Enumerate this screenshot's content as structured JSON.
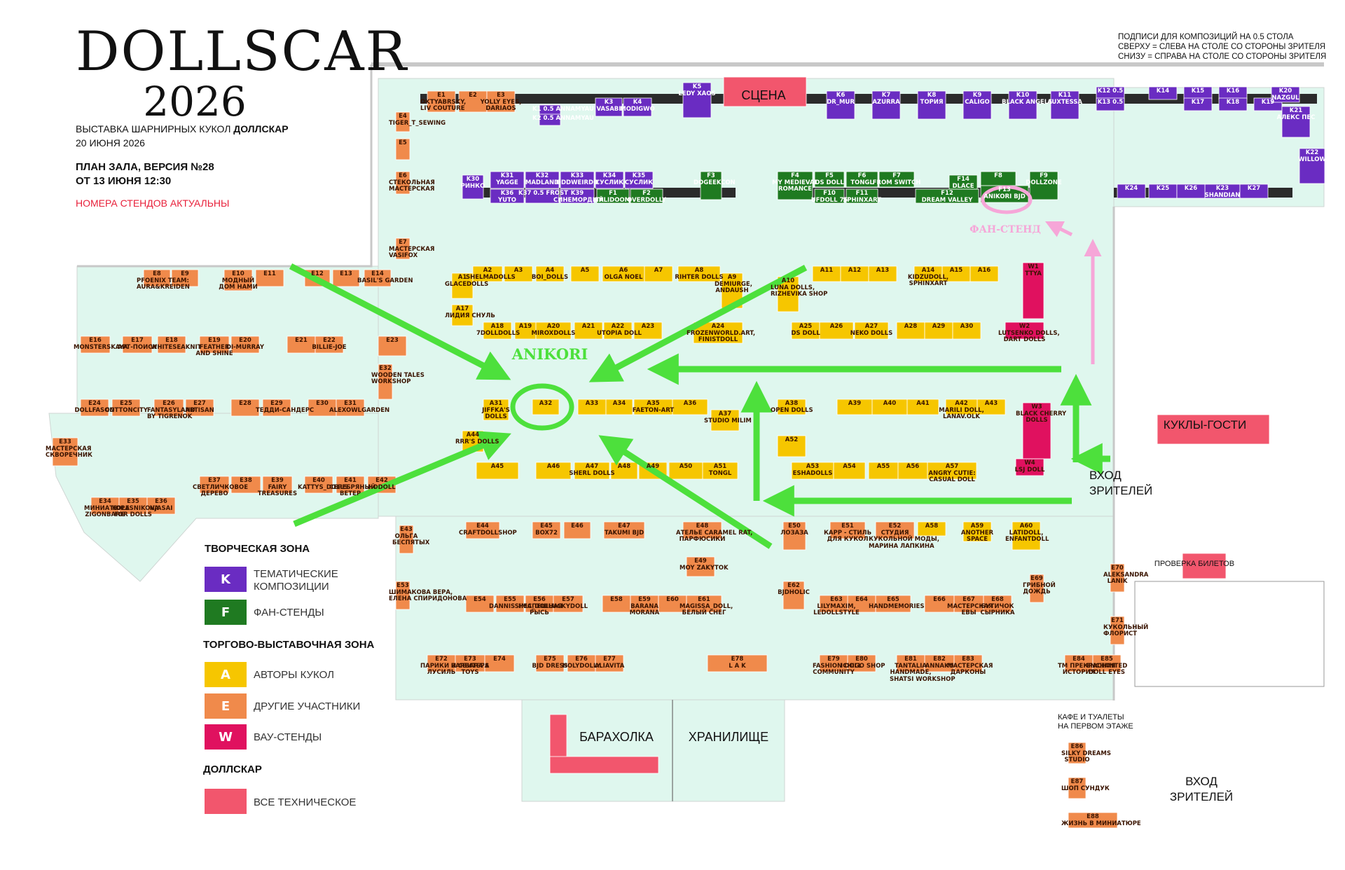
{
  "header": {
    "logo_line1": "DOLLSCAR",
    "logo_line2": "2026",
    "subtitle_prefix": "ВЫСТАВКА ШАРНИРНЫХ КУКОЛ ",
    "subtitle_bold": "ДОЛЛСКАР",
    "date": "20 ИЮНЯ 2026",
    "plan_line1": "ПЛАН ЗАЛА, ВЕРСИЯ №28",
    "plan_line2": "ОТ 13 ИЮНЯ 12:30",
    "notice": "НОМЕРА СТЕНДОВ АКТУАЛЬНЫ"
  },
  "note": {
    "line1": "ПОДПИСИ ДЛЯ КОМПОЗИЦИЙ НА 0.5 СТОЛА",
    "line2": "СВЕРХУ = СЛЕВА НА СТОЛЕ СО СТОРОНЫ ЗРИТЕЛЯ",
    "line3": "СНИЗУ = СПРАВА НА СТОЛЕ СО СТОРОНЫ ЗРИТЕЛЯ"
  },
  "colors": {
    "purple": "#6a2cc2",
    "green": "#1f7a21",
    "yellow": "#f6c600",
    "orange": "#f08a4b",
    "magenta": "#e0115f",
    "tech": "#f2566d",
    "floor": "#dff7ee",
    "arrow_green": "#4de03c",
    "arrow_pink": "#f6a6d8",
    "dark": "#2b2b2b"
  },
  "zones": {
    "stage": "СЦЕНА",
    "guests": "КУКЛЫ-ГОСТИ",
    "baraholka": "БАРАХОЛКА",
    "storage": "ХРАНИЛИЩЕ",
    "ticket_check": "ПРОВЕРКА БИЛЕТОВ",
    "cafe": "КАФЕ И ТУАЛЕТЫ\nНА ПЕРВОМ ЭТАЖЕ",
    "entrance1": "ВХОД\nЗРИТЕЛЕЙ",
    "entrance2": "ВХОД\nЗРИТЕЛЕЙ",
    "anikori": "ANIKORI",
    "fan_stand": "ФАН-СТЕНД"
  },
  "legend": {
    "creative_title": "ТВОРЧЕСКАЯ ЗОНА",
    "trade_title": "ТОРГОВО-ВЫСТАВОЧНАЯ ЗОНА",
    "dollscar_title": "ДОЛЛСКАР",
    "items": [
      {
        "letter": "K",
        "label": "ТЕМАТИЧЕСКИЕ\nКОМПОЗИЦИИ"
      },
      {
        "letter": "F",
        "label": "ФАН-СТЕНДЫ"
      },
      {
        "letter": "A",
        "label": "АВТОРЫ КУКОЛ"
      },
      {
        "letter": "E",
        "label": "ДРУГИЕ УЧАСТНИКИ"
      },
      {
        "letter": "W",
        "label": "ВАУ-СТЕНДЫ"
      },
      {
        "letter": "",
        "label": "ВСЕ ТЕХНИЧЕСКОЕ"
      }
    ]
  },
  "booths": {
    "K": [
      "K30\nРИНКО",
      "K31\nYAGGE",
      "K32\nMADLAND",
      "K33\nODDWEIRDO",
      "K34\nСУСЛИК",
      "K35\nСУСЛИК",
      "K36\nYUTO",
      "K37 0.5 FROST",
      "K39\nСИНЕМОРДЫЙ",
      "K1 0.5 ANNAMYAU",
      "K2 0.5 ANNAMYAU",
      "K3\nVASABI",
      "K4\nMODIGWO",
      "K5\nLEDY XAOS",
      "K6\nDR_MUR",
      "K7\nAZURRA",
      "K8\nТОРИЯ",
      "K9\nCALIGO",
      "K10\nBLACK ANGELS",
      "K11\nAUXTESSA",
      "K12 0.5",
      "K13 0.5",
      "K14",
      "K15",
      "K16",
      "K17",
      "K18",
      "K19",
      "K20\nNAZGUL",
      "K21\nАЛЕКС ПЕС",
      "K22\nWILLOW",
      "K23\nSHANDIAN",
      "K24",
      "K25",
      "K26",
      "K27"
    ],
    "F": [
      "F1\nTALIDOOM",
      "F2\nOVERDOLLY",
      "F3\nDOGEEKCON",
      "F4\nMY MEDIEVAL\nROMANCE",
      "F5\nDS DOLL",
      "F6\nTONGL",
      "F7\nFROM SWITCH",
      "F8",
      "F9\nDOLLZONE",
      "F10\nUFDOLL 75",
      "F11\nSPHINXART",
      "F12\nDREAM VALLEY",
      "F13\nANIKORI BJD",
      "F14\nDLACE"
    ],
    "A": [
      "A1\nGLACEDOLLS",
      "A2\nSHELMADOLLS",
      "A3",
      "A4\nBOI_DOLLS",
      "A5",
      "A6\nOLGA NOEL",
      "A7",
      "A8\nRIHTER DOLLS",
      "A9\nDEMIURGE,\nANDAUSH",
      "A17\nЛИДИЯ СНУЛЬ",
      "A18\n7DOLLDOLLS",
      "A19",
      "A20\nMIROXDOLLS",
      "A21",
      "A22\nUTOPIA DOLL",
      "A23",
      "A24\nFROZENWORLD.ART,\nFINISTDOLL",
      "A10\nLUNA DOLLS,\nRIZHEVIKA SHOP",
      "A11",
      "A12",
      "A13",
      "A14\nKIDZUDOLL,\nSPHINXART",
      "A15",
      "A16",
      "A25\nDS DOLL",
      "A26",
      "A27\nNEKO DOLLS",
      "A28",
      "A29",
      "A30",
      "A31\nJIFFKA'S\nDOLLS",
      "A32",
      "A33",
      "A34",
      "A35\nFAETON-ART",
      "A36",
      "A37\nSTUDIO MILIM",
      "A38\nOPEN DOLLS",
      "A39",
      "A40",
      "A41",
      "A42\nMARILI DOLL,\nLANAV.OLK",
      "A43",
      "A44\nRRR'S DOLLS",
      "A45",
      "A46",
      "A47\nSHERL DOLLS",
      "A48",
      "A49",
      "A50",
      "A51\nTONGL",
      "A52",
      "A53\nESHADOLLS",
      "A54",
      "A55",
      "A56",
      "A57\nANGRY CUTIE:\nCASUAL DOLL",
      "A58",
      "A59\nANOTHER\nSPACE",
      "A60\nLATIDOLL,\nENFANTDOLL"
    ],
    "E": [
      "E1\nOKTYABRSKY,\nLIV COUTURE",
      "E2",
      "E3\nYOLLY EYES,\nDARIAOS",
      "E4\nTIGER_T_SEWING",
      "E5",
      "E6\nСТЕКОЛЬНАЯ\nМАСТЕРСКАЯ",
      "E7\nМАСТЕРСКАЯ\nVASIFOX",
      "E8\nPFOENIX TEAM:\nAURA&KREIDEN",
      "E9",
      "E10\nМОДНЫЙ\nДОМ НАМИ",
      "E11",
      "E12",
      "E13",
      "E14\nBASIL'S GARDEN",
      "E16\nMONSTERSKAYA",
      "E17\nАРТ-ПОИСК",
      "E18\nWHITESEAKNIT",
      "E19\nFEATHER\nAND SHINE",
      "E20\nDI-MURRAY",
      "E21",
      "E22\nBILLIE-JOE",
      "E23",
      "E24\nDOLLFASON",
      "E25\nCOTTONCITY",
      "E26\nFANTASYLAND\nBY TIGRENOK",
      "E27\nARTISAN",
      "E28",
      "E29\nТЕДДИ-САНДЕРС",
      "E30",
      "E31\nALEXOWLGARDEN",
      "E32\nWOODEN TALES\nWORKSHOP",
      "E33\nМАСТЕРСКАЯ\nСКВОРЕЧНИК",
      "E34\nМИНИАТЮРА\nZIGONBARG",
      "E35\nKOLESNIKOVA\nFOR DOLLS",
      "E36\nNJASAI",
      "E37\nСВЕТЛИЧКОВОЕ\nДЕРЕВО",
      "E38",
      "E39\nFAIRY\nTREASURES",
      "E40\nKATTYS_DOLLS",
      "E41\nСЕРЕБРЯНЫЙ\nВЕТЕР",
      "E42\nHODOLL",
      "E43\nОЛЬГА\nБЕСПЯТЫХ",
      "E44\nCRAFTDOLLSHOP",
      "E45\nBOX72",
      "E46",
      "E47\nTAKUMI BJD",
      "E48\nАТЕЛЬЕ CARAMEL RAT,\nПАРФЮСИКИ",
      "E49\nMOY ZAKYTOK",
      "E50\nЛОЗАЗА",
      "E51\nКАРР - СТИЛЬ\nДЛЯ КУКОЛ",
      "E52\nСТУДИЯ\nКУКОЛЬНОЙ МОДЫ,\nМАРИНА ЛАПКИНА",
      "E53\nШИМАКОВА ВЕРА,\nЕЛЕНА СПИРИДОНОВА",
      "E54",
      "E55\nDANNISSIMA_DOLL",
      "E56\nНЕСПЕШНАЯ\nРЫСЬ",
      "E57\nLUCKYDOLL",
      "E58",
      "E59\nBARANA\nMORANA",
      "E60",
      "E61\nMAGISSA_DOLL,\nБЕЛЫЙ СНЕГ",
      "E62\nBJDHOLIC",
      "E63\nLILYMAXIM,\nLEDOLLSTYLE",
      "E64",
      "E65\nHANDMEMORIES",
      "E66",
      "E67\nМАСТЕРСКАЯ\nЕВЫ",
      "E68\nБУТИЧОК\nСЫРНИКА",
      "E69\nГРИБНОЙ\nДОЖДЬ",
      "E70\nALEKSANDRA\nLANIK",
      "E71\nКУКОЛЬНЫЙ\nФЛОРИСТ",
      "E72\nПАРИКИ И СВИТЕРА\nЛУСИЛЬ",
      "E73\nBARBARA'S\nTOYS",
      "E74",
      "E75\nBJD DRESS",
      "E76\nHOLYDOLLY",
      "E77\nALIAVITA",
      "E78\nL A K",
      "E79\nFASHION DOLL\nCOMMUNITY",
      "E80\nICHIGO SHOP",
      "E81\nTANTALIA\nHANDMADE,\nSHATSI WORKSHOP",
      "E82\nANNAKU",
      "E83\nМАСТЕРСКАЯ\nДАРКОНЫ",
      "E84\nТМ ПРЕКРАСНАЯ\nИСТОРИЯ",
      "E85\nENCHANTED\nDOLL EYES",
      "E86\nSILKY DREAMS\nSTUDIO",
      "E87\nШОП СУНДУК",
      "E88\nЖИЗНЬ В МИНИАТЮРЕ"
    ],
    "W": [
      "W1\nTTYA",
      "W2\nLUTSENKO DOLLS,\nDART DOLLS",
      "W3\nBLACK CHERRY\nDOLLS",
      "W4\nLSJ DOLL"
    ]
  }
}
